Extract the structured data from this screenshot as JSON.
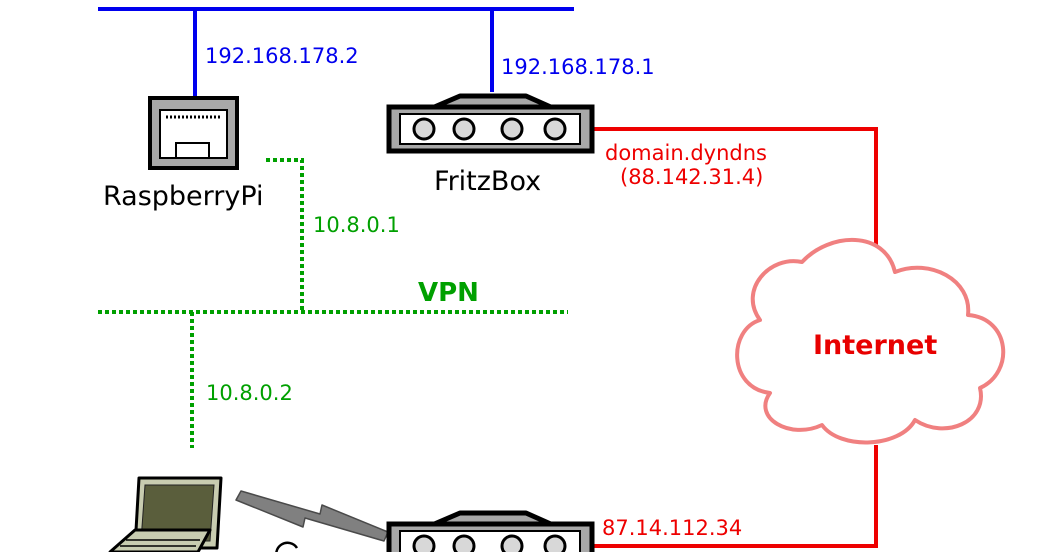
{
  "lan": {
    "raspberry_ip": "192.168.178.2",
    "fritzbox_ip": "192.168.178.1",
    "color": "#0000ee"
  },
  "devices": {
    "raspberry_label": "RaspberryPi",
    "fritzbox_label": "FritzBox"
  },
  "wan": {
    "domain": "domain.dyndns",
    "public_ip": "(88.142.31.4)",
    "remote_ip": "87.14.112.34",
    "color": "#ee0000"
  },
  "vpn": {
    "title": "VPN",
    "server_ip": "10.8.0.1",
    "client_ip": "10.8.0.2",
    "color": "#00a000"
  },
  "internet": {
    "label": "Internet",
    "cloud_stroke": "#f08080",
    "label_color": "#e80000"
  },
  "icons": {
    "raspberry": "raspberry-pi-icon",
    "router": "router-icon",
    "laptop": "laptop-icon",
    "wireless": "lightning-bolt-icon"
  }
}
